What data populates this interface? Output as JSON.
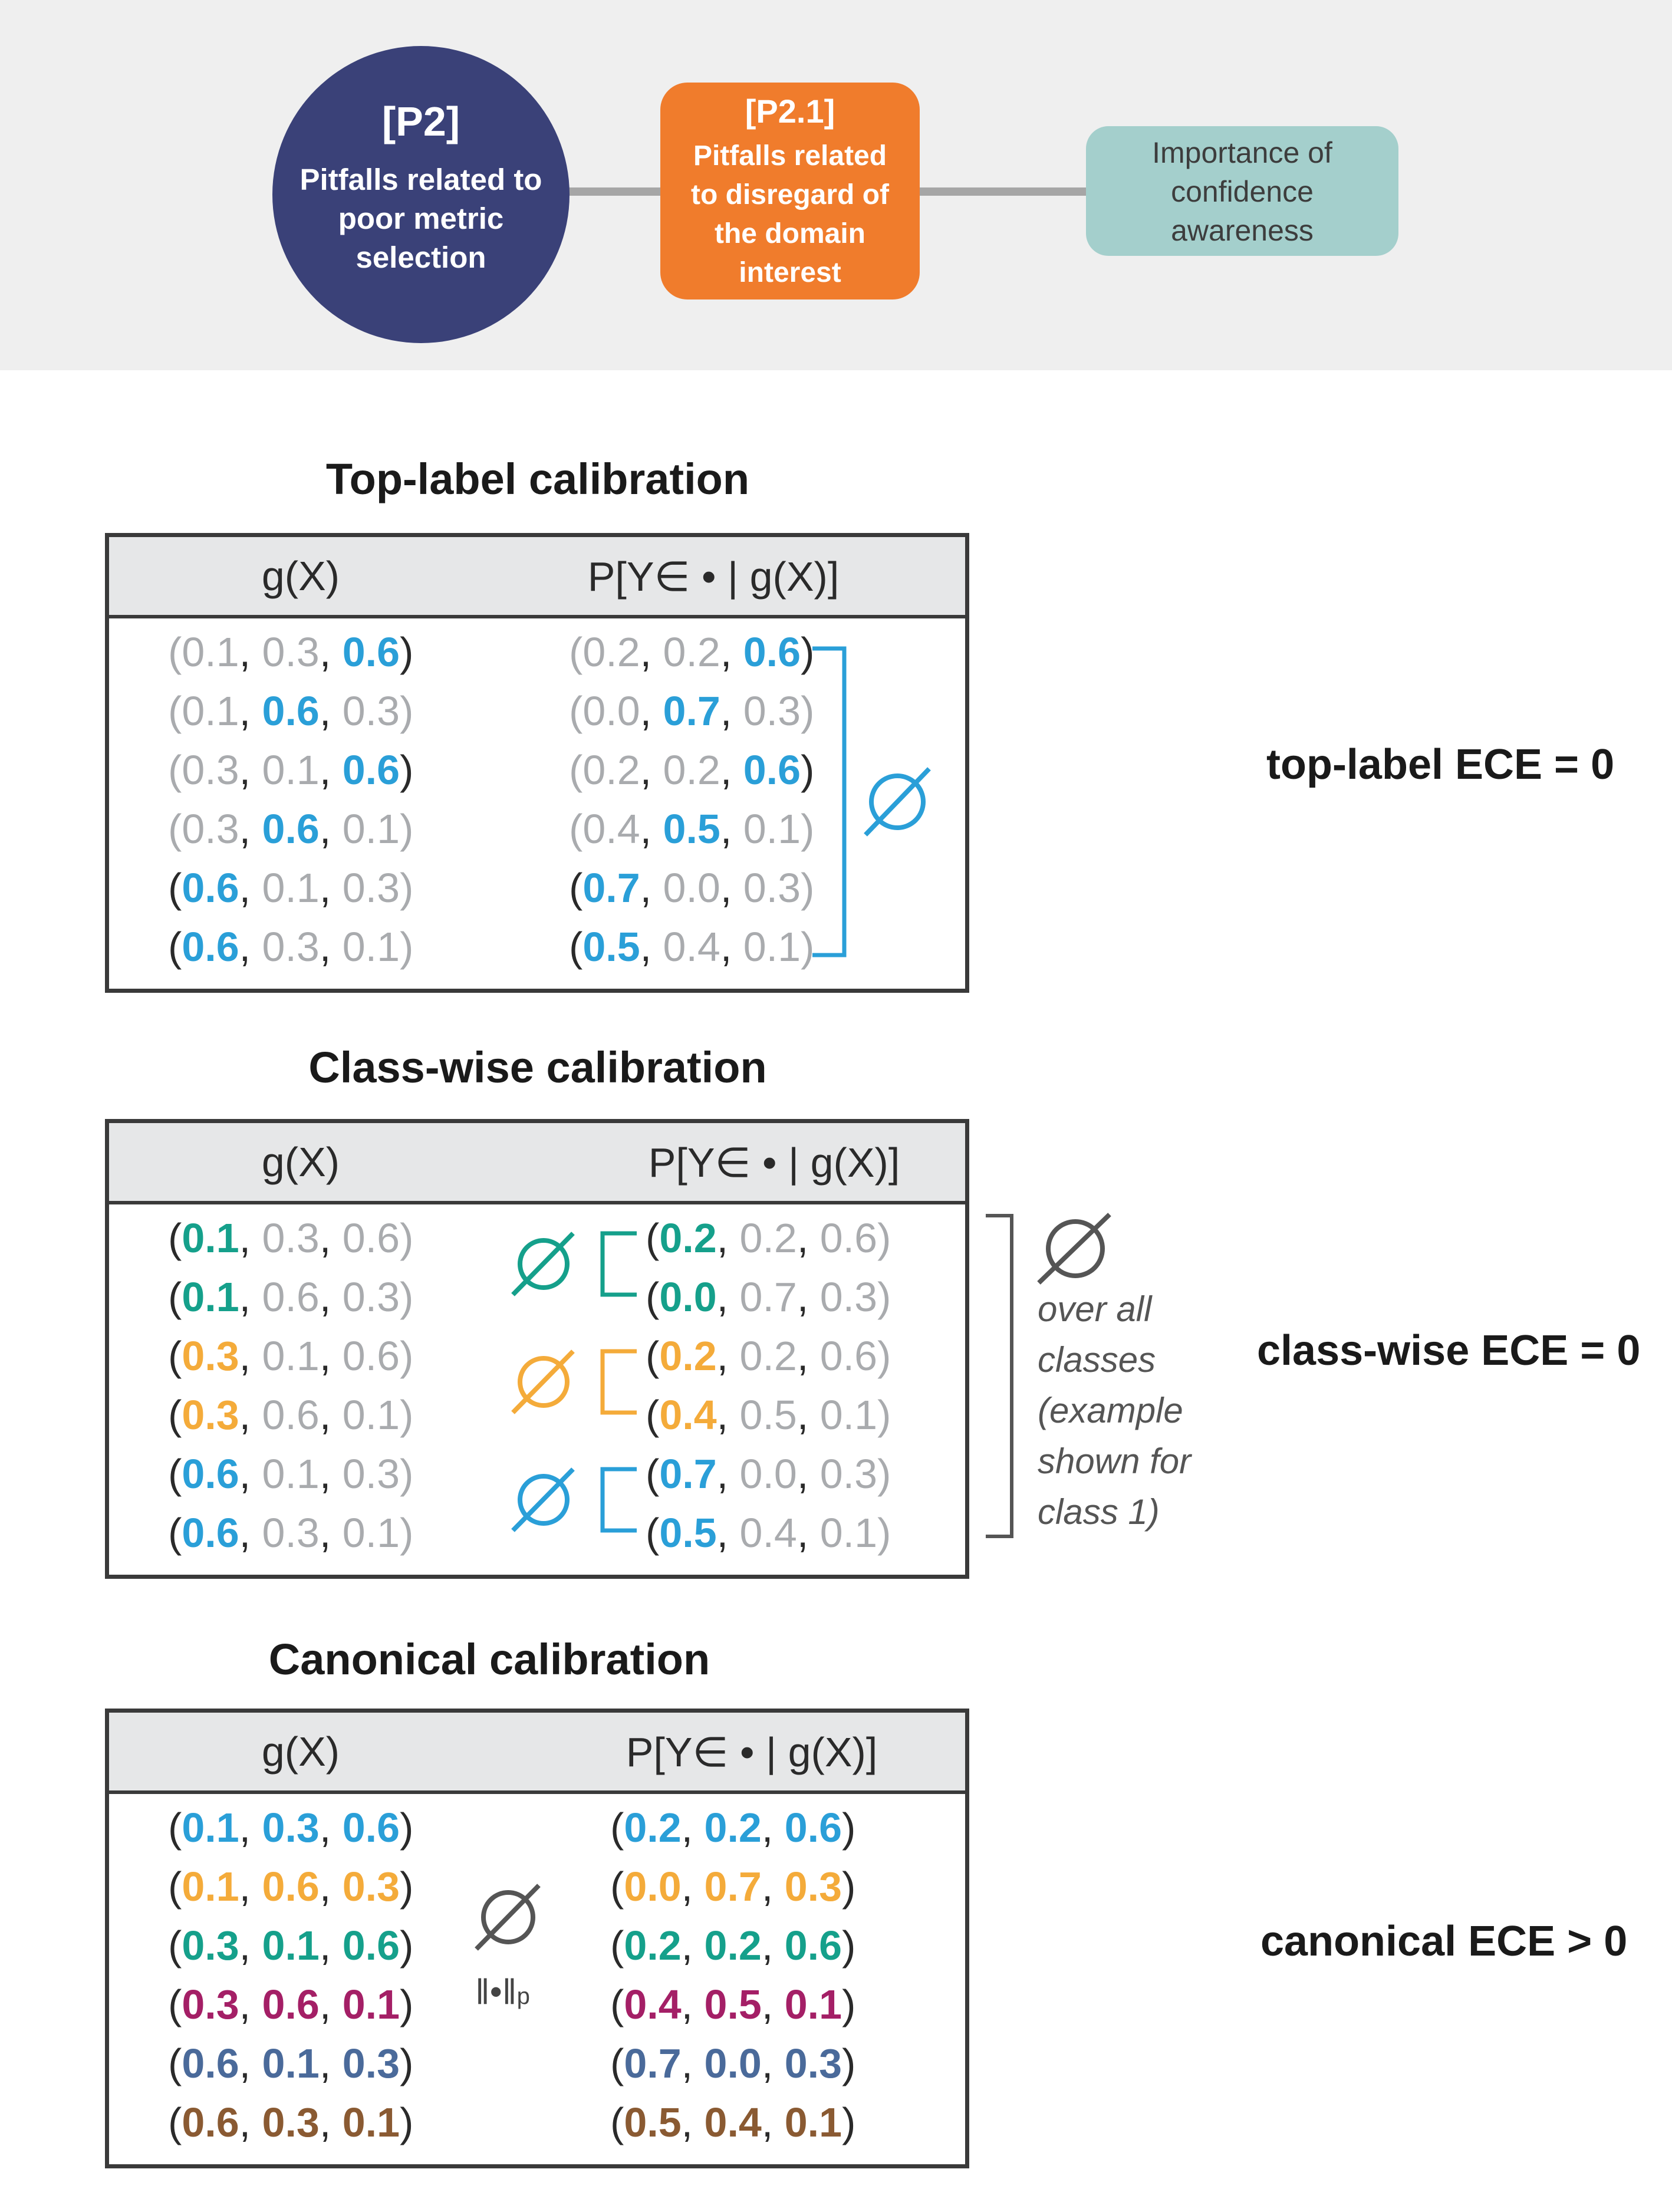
{
  "header": {
    "main_node": {
      "code": "[P2]",
      "lines": [
        "Pitfalls related to",
        "poor metric",
        "selection"
      ]
    },
    "sub_node": {
      "code": "[P2.1]",
      "lines": [
        "Pitfalls related",
        "to disregard of",
        "the domain",
        "interest"
      ]
    },
    "leaf_node": {
      "lines": [
        "Importance of",
        "confidence",
        "awareness"
      ]
    }
  },
  "colors": {
    "main_node": "#3a4178",
    "sub_node": "#f07c2c",
    "leaf_node": "#a4cfcc",
    "blue": "#2a9fd8",
    "teal": "#15a08b",
    "orange": "#f4ab3a",
    "purple": "#a41f66",
    "slate": "#4a6a9a",
    "brown": "#8a5a32",
    "gray": "#a9abae"
  },
  "icons": {
    "average": "empty-set-average-icon",
    "bracket": "bracket-icon"
  },
  "sections": [
    {
      "title": "Top-label calibration",
      "col1": "g(X)",
      "col2": "P[Y∈ • | g(X)]",
      "result": "top-label ECE = 0",
      "rows_left": [
        [
          [
            "0.1",
            "gray"
          ],
          [
            "0.3",
            "gray"
          ],
          [
            "0.6",
            "blue"
          ]
        ],
        [
          [
            "0.1",
            "gray"
          ],
          [
            "0.6",
            "blue"
          ],
          [
            "0.3",
            "gray"
          ]
        ],
        [
          [
            "0.3",
            "gray"
          ],
          [
            "0.1",
            "gray"
          ],
          [
            "0.6",
            "blue"
          ]
        ],
        [
          [
            "0.3",
            "gray"
          ],
          [
            "0.6",
            "blue"
          ],
          [
            "0.1",
            "gray"
          ]
        ],
        [
          [
            "0.6",
            "blue"
          ],
          [
            "0.1",
            "gray"
          ],
          [
            "0.3",
            "gray"
          ]
        ],
        [
          [
            "0.6",
            "blue"
          ],
          [
            "0.3",
            "gray"
          ],
          [
            "0.1",
            "gray"
          ]
        ]
      ],
      "rows_right": [
        [
          [
            "0.2",
            "gray"
          ],
          [
            "0.2",
            "gray"
          ],
          [
            "0.6",
            "blue"
          ]
        ],
        [
          [
            "0.0",
            "gray"
          ],
          [
            "0.7",
            "blue"
          ],
          [
            "0.3",
            "gray"
          ]
        ],
        [
          [
            "0.2",
            "gray"
          ],
          [
            "0.2",
            "gray"
          ],
          [
            "0.6",
            "blue"
          ]
        ],
        [
          [
            "0.4",
            "gray"
          ],
          [
            "0.5",
            "blue"
          ],
          [
            "0.1",
            "gray"
          ]
        ],
        [
          [
            "0.7",
            "blue"
          ],
          [
            "0.0",
            "gray"
          ],
          [
            "0.3",
            "gray"
          ]
        ],
        [
          [
            "0.5",
            "blue"
          ],
          [
            "0.4",
            "gray"
          ],
          [
            "0.1",
            "gray"
          ]
        ]
      ]
    },
    {
      "title": "Class-wise calibration",
      "col1": "g(X)",
      "col2": "P[Y∈ • | g(X)]",
      "result": "class-wise ECE = 0",
      "note": [
        "over all",
        "classes",
        "(example",
        "shown for",
        "class 1)"
      ],
      "rows_left": [
        [
          [
            "0.1",
            "teal"
          ],
          [
            "0.3",
            "gray"
          ],
          [
            "0.6",
            "gray"
          ]
        ],
        [
          [
            "0.1",
            "teal"
          ],
          [
            "0.6",
            "gray"
          ],
          [
            "0.3",
            "gray"
          ]
        ],
        [
          [
            "0.3",
            "orange"
          ],
          [
            "0.1",
            "gray"
          ],
          [
            "0.6",
            "gray"
          ]
        ],
        [
          [
            "0.3",
            "orange"
          ],
          [
            "0.6",
            "gray"
          ],
          [
            "0.1",
            "gray"
          ]
        ],
        [
          [
            "0.6",
            "blue"
          ],
          [
            "0.1",
            "gray"
          ],
          [
            "0.3",
            "gray"
          ]
        ],
        [
          [
            "0.6",
            "blue"
          ],
          [
            "0.3",
            "gray"
          ],
          [
            "0.1",
            "gray"
          ]
        ]
      ],
      "rows_right": [
        [
          [
            "0.2",
            "teal"
          ],
          [
            "0.2",
            "gray"
          ],
          [
            "0.6",
            "gray"
          ]
        ],
        [
          [
            "0.0",
            "teal"
          ],
          [
            "0.7",
            "gray"
          ],
          [
            "0.3",
            "gray"
          ]
        ],
        [
          [
            "0.2",
            "orange"
          ],
          [
            "0.2",
            "gray"
          ],
          [
            "0.6",
            "gray"
          ]
        ],
        [
          [
            "0.4",
            "orange"
          ],
          [
            "0.5",
            "gray"
          ],
          [
            "0.1",
            "gray"
          ]
        ],
        [
          [
            "0.7",
            "blue"
          ],
          [
            "0.0",
            "gray"
          ],
          [
            "0.3",
            "gray"
          ]
        ],
        [
          [
            "0.5",
            "blue"
          ],
          [
            "0.4",
            "gray"
          ],
          [
            "0.1",
            "gray"
          ]
        ]
      ]
    },
    {
      "title": "Canonical calibration",
      "col1": "g(X)",
      "col2": "P[Y∈ • | g(X)]",
      "result": "canonical ECE > 0",
      "norm_label": "‖•‖",
      "norm_sub": "p",
      "rows_left": [
        [
          [
            "0.1",
            "blue"
          ],
          [
            "0.3",
            "blue"
          ],
          [
            "0.6",
            "blue"
          ]
        ],
        [
          [
            "0.1",
            "orange"
          ],
          [
            "0.6",
            "orange"
          ],
          [
            "0.3",
            "orange"
          ]
        ],
        [
          [
            "0.3",
            "teal"
          ],
          [
            "0.1",
            "teal"
          ],
          [
            "0.6",
            "teal"
          ]
        ],
        [
          [
            "0.3",
            "purple"
          ],
          [
            "0.6",
            "purple"
          ],
          [
            "0.1",
            "purple"
          ]
        ],
        [
          [
            "0.6",
            "slate"
          ],
          [
            "0.1",
            "slate"
          ],
          [
            "0.3",
            "slate"
          ]
        ],
        [
          [
            "0.6",
            "brown"
          ],
          [
            "0.3",
            "brown"
          ],
          [
            "0.1",
            "brown"
          ]
        ]
      ],
      "rows_right": [
        [
          [
            "0.2",
            "blue"
          ],
          [
            "0.2",
            "blue"
          ],
          [
            "0.6",
            "blue"
          ]
        ],
        [
          [
            "0.0",
            "orange"
          ],
          [
            "0.7",
            "orange"
          ],
          [
            "0.3",
            "orange"
          ]
        ],
        [
          [
            "0.2",
            "teal"
          ],
          [
            "0.2",
            "teal"
          ],
          [
            "0.6",
            "teal"
          ]
        ],
        [
          [
            "0.4",
            "purple"
          ],
          [
            "0.5",
            "purple"
          ],
          [
            "0.1",
            "purple"
          ]
        ],
        [
          [
            "0.7",
            "slate"
          ],
          [
            "0.0",
            "slate"
          ],
          [
            "0.3",
            "slate"
          ]
        ],
        [
          [
            "0.5",
            "brown"
          ],
          [
            "0.4",
            "brown"
          ],
          [
            "0.1",
            "brown"
          ]
        ]
      ]
    }
  ]
}
